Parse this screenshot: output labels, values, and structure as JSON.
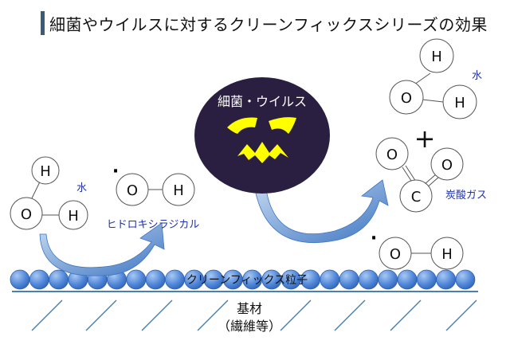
{
  "title": "細菌やウイルスに対するクリーンフィックスシリーズの効果",
  "labels": {
    "water_left": "水",
    "water_right": "水",
    "hydroxyl_radical": "ヒドロキシラジカル",
    "bacteria_virus": "細菌・ウイルス",
    "carbon_dioxide": "炭酸ガス",
    "particle": "クリーンフィックス粒子",
    "substrate": "基材",
    "substrate_sub": "（繊維等）",
    "plus": "+",
    "dot": "·"
  },
  "atoms": {
    "h": "H",
    "o": "O",
    "c": "C"
  },
  "colors": {
    "label_blue": "#2233aa",
    "orb_fill": "#2a1f40",
    "face_yellow": "#ffff00",
    "bead_blue": "#4f86d9",
    "arrow_blue": "#4a7fc8",
    "ground_line": "#4a7fb5"
  }
}
